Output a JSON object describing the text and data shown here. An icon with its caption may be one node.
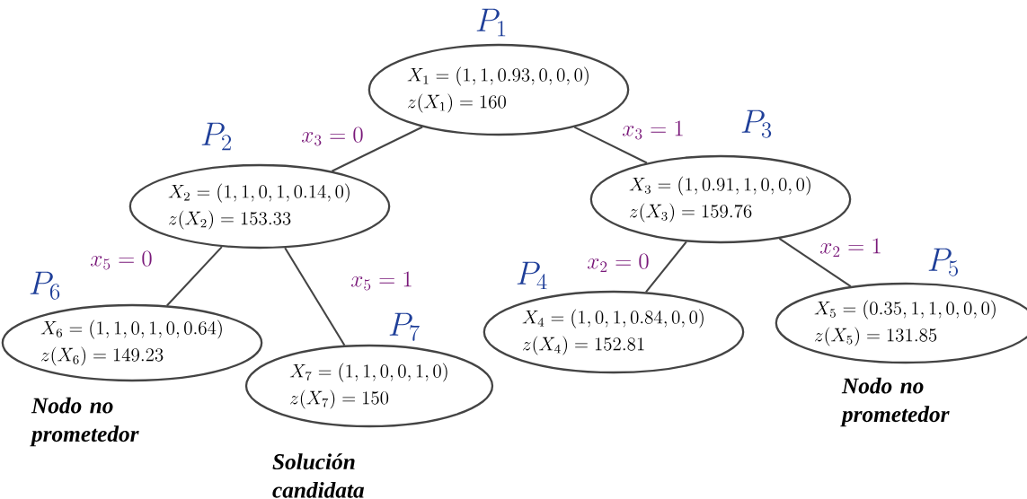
{
  "diagram": {
    "nodes": [
      {
        "text": [
          "P_1",
          "X_1 = (1, 1, 0.93, 0, 0, 0)",
          "z(X_1) = 160"
        ]
      },
      {
        "text": [
          "P_2",
          "X_2 = (1, 1, 0, 1, 0.14, 0)",
          "z(X_2) = 153.33"
        ]
      },
      {
        "text": [
          "P_3",
          "X_3 = (1, 0.91, 1, 0, 0, 0)",
          "z(X_3) = 159.76"
        ]
      },
      {
        "text": [
          "P_6",
          "X_6 = (1, 1, 0, 1, 0, 0.64)",
          "z(X_6) = 149.23"
        ],
        "beside": [
          "Nodo no prometedor"
        ]
      },
      {
        "text": [
          "P_7",
          "X_7 = (1, 1, 0, 0, 1, 0)",
          "z(X_7) = 150"
        ],
        "beside": [
          "Solución candidata"
        ]
      },
      {
        "text": [
          "P_4",
          "X_4 = (1, 0, 1, 0.84, 0, 0)",
          "z(X_4) = 152.81"
        ]
      },
      {
        "text": [
          "P_5",
          "X_5 = (0.35, 1, 1, 0, 0, 0)",
          "z(X_5) = 131.85"
        ],
        "beside": [
          "Nodo no prometedor"
        ]
      }
    ],
    "edges": [
      {
        "from": 0,
        "to": 1,
        "arrow": "none",
        "label": "x_3 = 0"
      },
      {
        "from": 0,
        "to": 2,
        "arrow": "none",
        "label": "x_3 = 1"
      },
      {
        "from": 1,
        "to": 3,
        "arrow": "none",
        "label": "x_5 = 0"
      },
      {
        "from": 1,
        "to": 4,
        "arrow": "none",
        "label": "x_5 = 1"
      },
      {
        "from": 2,
        "to": 5,
        "arrow": "none",
        "label": "x_2 = 0"
      },
      {
        "from": 2,
        "to": 6,
        "arrow": "none",
        "label": "x_2 = 1"
      }
    ]
  }
}
